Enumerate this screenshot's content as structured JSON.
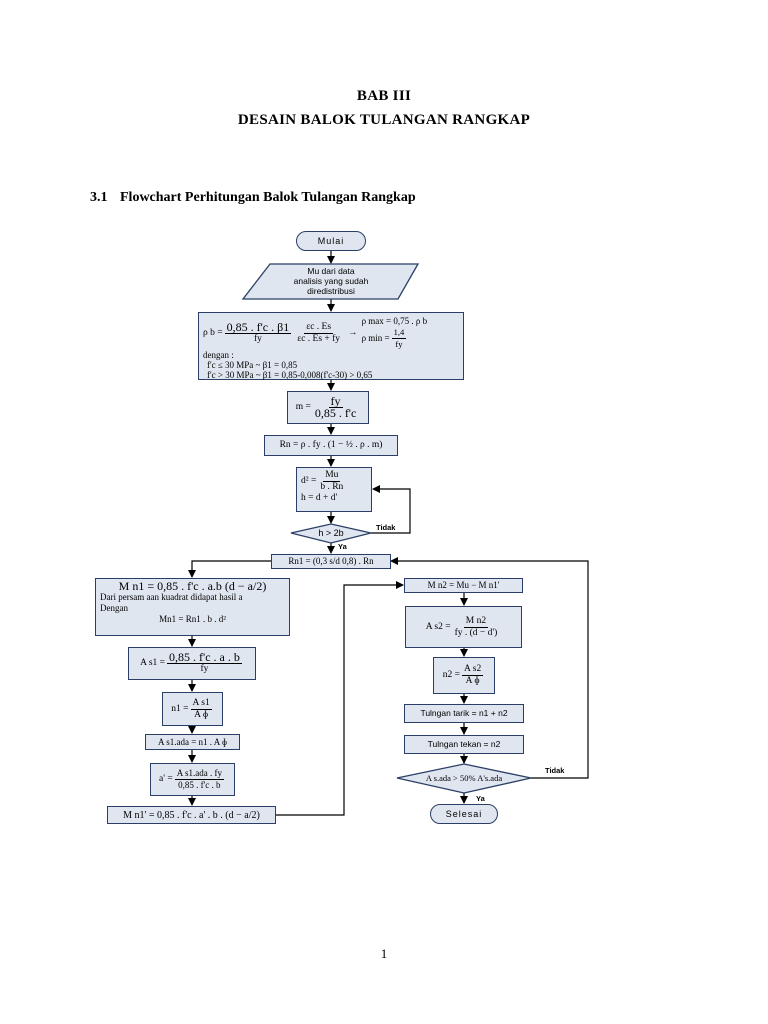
{
  "header": {
    "chapter": "BAB  III",
    "title": "DESAIN BALOK TULANGAN RANGKAP"
  },
  "section": {
    "number": "3.1",
    "title": "Flowchart Perhitungan Balok Tulangan Rangkap"
  },
  "flowchart": {
    "start": "Mulai",
    "input_line1": "Mu dari data",
    "input_line2": "analisis yang sudah",
    "input_line3": "diredistribusi",
    "rho_b_lhs": "ρ b =",
    "rho_b_frac1_num": "0,85 . f'c . β1",
    "rho_b_frac1_den": "fy",
    "rho_b_frac2_num": "εc . Es",
    "rho_b_frac2_den": "εc . Es + fy",
    "arrow": "→",
    "rho_max": "ρ max = 0,75 . ρ b",
    "rho_min_lhs": "ρ min =",
    "rho_min_num": "1,4",
    "rho_min_den": "fy",
    "dengan": "dengan :",
    "cond1": "f'c ≤ 30 MPa  ~  β1 = 0,85",
    "cond2": "f'c > 30 MPa  ~  β1 = 0,85-0,008(f'c-30)  >  0,65",
    "m_lhs": "m =",
    "m_num": "fy",
    "m_den": "0,85 . f'c",
    "rn": "Rn = ρ . fy . (1 − ½ . ρ . m)",
    "d2_lhs": "d² =",
    "d2_num": "Mu",
    "d2_den": "b . Rn",
    "h_eq": "h = d + d'",
    "decision1": "h > 2b",
    "tidak1": "Tidak",
    "ya1": "Ya",
    "rn1": "Rn1 = (0,3 s/d 0,8) . Rn",
    "mn1": "M n1 = 0,85 . f'c . a.b (d − a/2)",
    "mn1_note1": "Dari persam aan kuadrat didapat hasil a",
    "mn1_note2": "Dengan",
    "mn1_note3": "Mn1 = Rn1 . b . d²",
    "as1_lhs": "A s1 =",
    "as1_num": "0,85 . f'c . a . b",
    "as1_den": "fy",
    "n1_lhs": "n1 =",
    "n1_num": "A s1",
    "n1_den": "A ɸ",
    "as1ada": "A s1.ada = n1 . A ɸ",
    "aprime_lhs": "a' =",
    "aprime_num": "A s1.ada . fy",
    "aprime_den": "0,85 . f'c . b",
    "mn1prime": "M n1' = 0,85 . f'c . a' . b . (d − a/2)",
    "mn2": "M n2 = Mu − M n1'",
    "as2_lhs": "A s2 =",
    "as2_num": "M n2",
    "as2_den": "fy . (d − d')",
    "n2_lhs": "n2 =",
    "n2_num": "A s2",
    "n2_den": "A ɸ",
    "tarik": "Tulngan tarik = n1 + n2",
    "tekan": "Tulngan tekan = n2",
    "decision2": "A s.ada > 50% A's.ada",
    "tidak2": "Tidak",
    "ya2": "Ya",
    "end": "Selesai"
  },
  "page_number": "1"
}
